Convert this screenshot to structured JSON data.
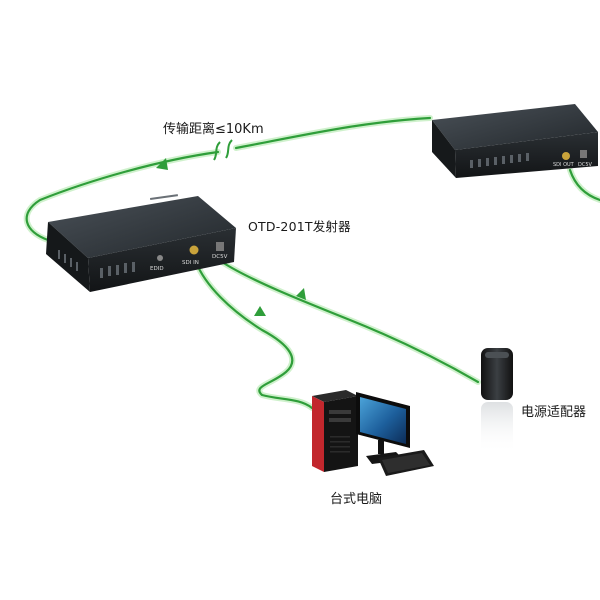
{
  "labels": {
    "distance": "传输距离≤10Km",
    "transmitter": "OTD-201T发射器",
    "power_adapter": "电源适配器",
    "desktop_pc": "台式电脑"
  },
  "port_labels": {
    "tx_left": "EDID",
    "tx_sdi_in": "SDI IN",
    "tx_dc": "DC5V",
    "rx_sdi_out": "SDI OUT",
    "rx_dc": "DC5V"
  },
  "colors": {
    "cable_green": "#2f9e3a",
    "cable_glow": "#a8e6a3",
    "device_dark": "#1c2024",
    "device_top": "#3a4046",
    "pc_red": "#c2272d",
    "pc_case": "#141414"
  },
  "icons": [
    "transmitter-device",
    "receiver-device",
    "power-adapter",
    "desktop-pc",
    "monitor",
    "keyboard",
    "fiber-break-symbol",
    "flow-arrow"
  ]
}
